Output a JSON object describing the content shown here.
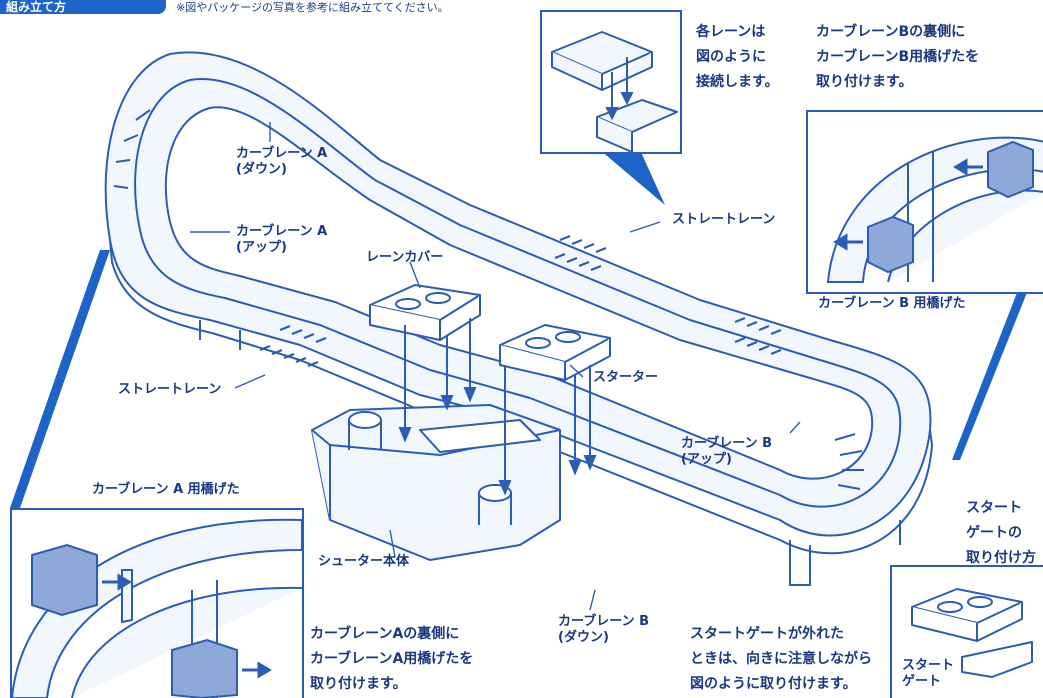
{
  "header": {
    "tab_label": "組み立て方",
    "note": "※図やパッケージの写真を参考に組み立ててください。"
  },
  "labels": {
    "curve_a_down": [
      "カーブレーン A",
      "(ダウン)"
    ],
    "curve_a_up": [
      "カーブレーン A",
      "(アップ)"
    ],
    "straight_top": "ストレートレーン",
    "straight_bottom": "ストレートレーン",
    "lane_cover": "レーンカバー",
    "starter": "スターター",
    "curve_b_up": [
      "カーブレーン B",
      "(アップ)"
    ],
    "curve_b_down": [
      "カーブレーン B",
      "(ダウン)"
    ],
    "shooter_body": "シューター本体",
    "curve_b_bridge_girder": "カーブレーン B 用橋げた",
    "curve_a_bridge_girder": "カーブレーン A 用橋げた",
    "start_gate_inset": [
      "スタート",
      "ゲート"
    ]
  },
  "notes": {
    "connect": [
      "各レーンは",
      "図のように",
      "接続します。"
    ],
    "curve_b_attach": [
      "カーブレーンBの裏側に",
      "カーブレーンB用橋げたを",
      "取り付けます。"
    ],
    "curve_a_attach": [
      "カーブレーンAの裏側に",
      "カーブレーンA用橋げたを",
      "取り付けます。"
    ],
    "start_gate_attach_title": [
      "スタート",
      "ゲートの",
      "取り付け方"
    ],
    "start_gate_detached": [
      "スタートゲートが外れた",
      "ときは、向きに注意しながら",
      "図のように取り付けます。"
    ]
  },
  "colors": {
    "line": "#2a5db3",
    "fill": "#f2f6fd",
    "accent": "#1d64c8",
    "text": "#18397f"
  }
}
